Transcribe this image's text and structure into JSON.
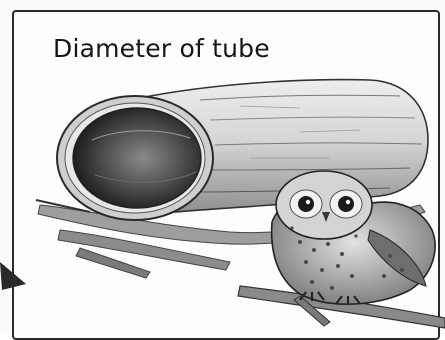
{
  "title": "Diameter of tube",
  "illustration": {
    "subject": "hollow-log-tube",
    "creature": "owl",
    "style": "grayscale pencil sketch"
  }
}
